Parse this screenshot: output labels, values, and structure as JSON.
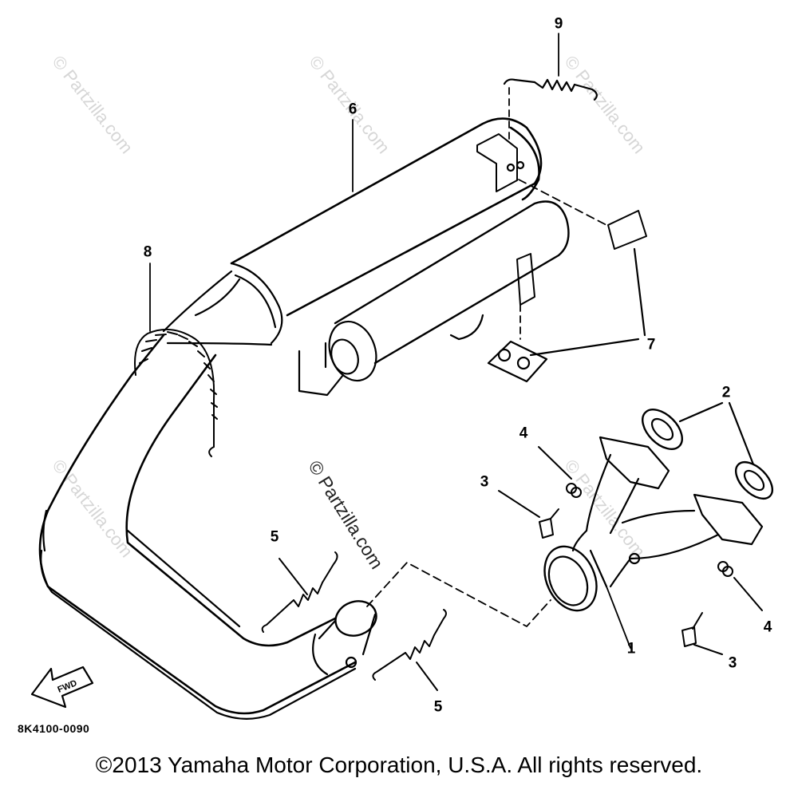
{
  "callouts": {
    "part_1": "1",
    "part_2": "2",
    "part_3a": "3",
    "part_3b": "3",
    "part_4a": "4",
    "part_4b": "4",
    "part_5a": "5",
    "part_5b": "5",
    "part_6": "6",
    "part_7": "7",
    "part_8": "8",
    "part_9": "9"
  },
  "diagram_code": "8K4100-0090",
  "fwd_label": "FWD",
  "watermark": "© Partzilla.com",
  "copyright": "©2013 Yamaha Motor Corporation, U.S.A. All rights reserved."
}
